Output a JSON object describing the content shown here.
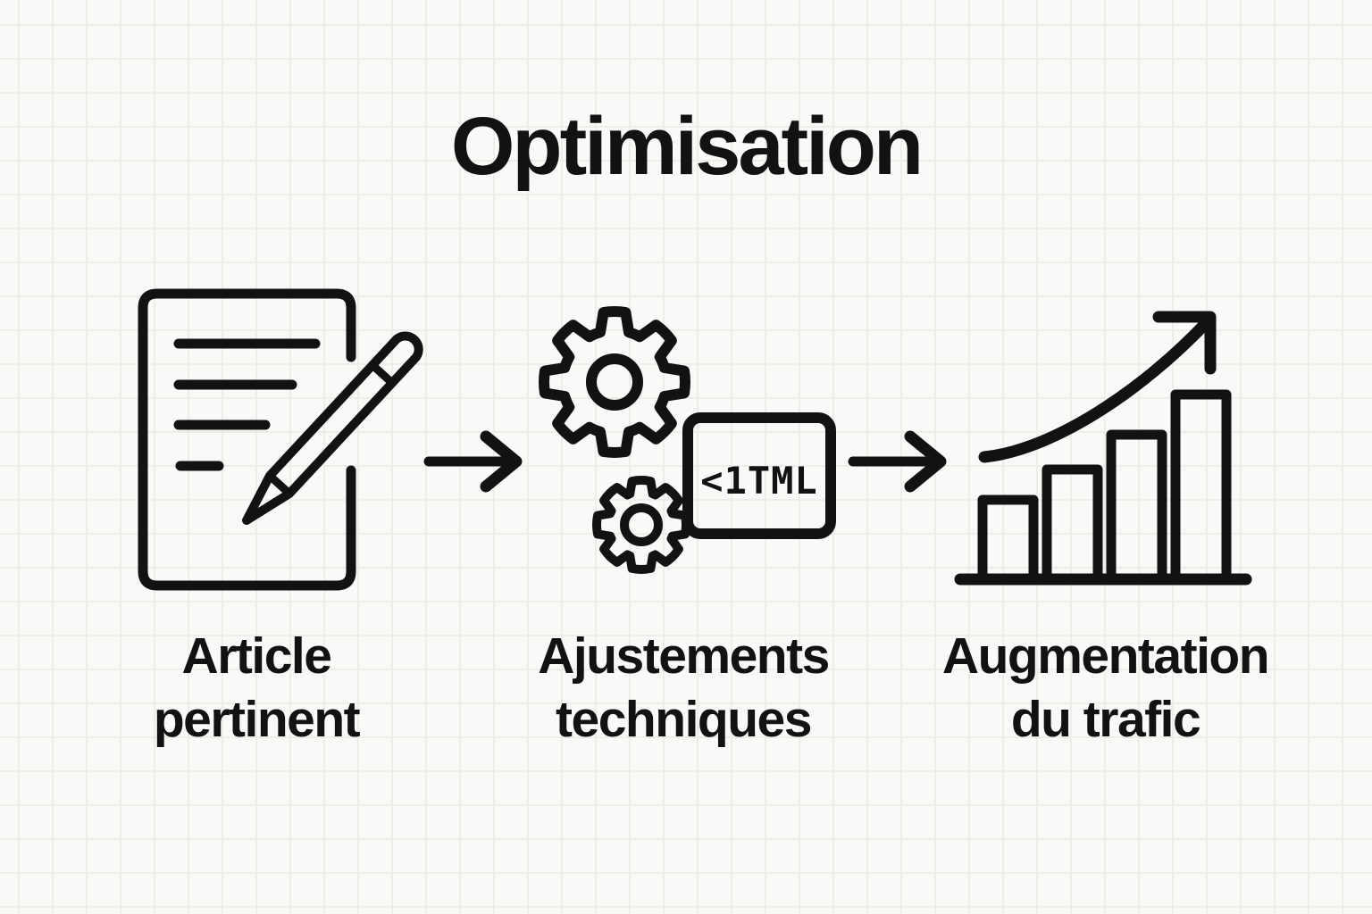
{
  "title": "Optimisation",
  "steps": [
    {
      "icon": "article-pencil-icon",
      "lines": [
        "Article",
        "pertinent"
      ]
    },
    {
      "icon": "gears-code-icon",
      "lines": [
        "Ajustements",
        "techniques"
      ],
      "code_label": "<1TML"
    },
    {
      "icon": "traffic-growth-icon",
      "lines": [
        "Augmentation",
        "du trafic"
      ]
    }
  ],
  "colors": {
    "background": "#f9f9f7",
    "grid_line": "#ededea",
    "ink": "#121212"
  }
}
